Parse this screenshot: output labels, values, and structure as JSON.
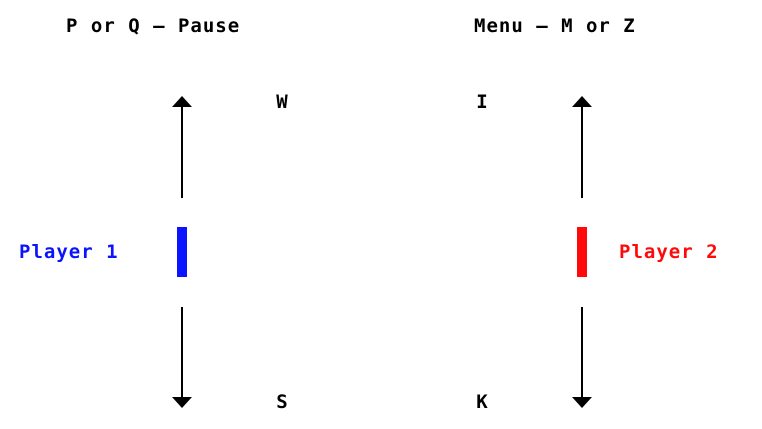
{
  "controls": {
    "pause_hint": "P or Q  —  Pause",
    "menu_hint": "Menu  —  M or Z"
  },
  "player1": {
    "label": "Player 1",
    "color": "#0a14ff",
    "up_key": "W",
    "down_key": "S"
  },
  "player2": {
    "label": "Player 2",
    "color": "#ff0a0a",
    "up_key": "I",
    "down_key": "K"
  },
  "icons": {
    "up_arrow": "arrow-up-icon",
    "down_arrow": "arrow-down-icon"
  }
}
